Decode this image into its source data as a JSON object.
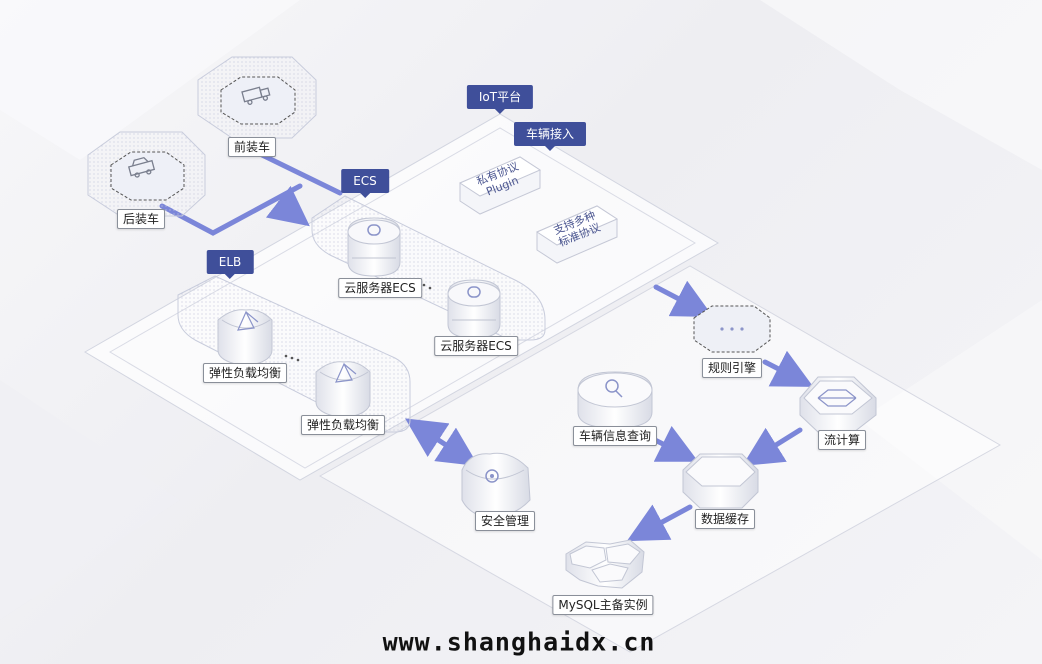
{
  "platform": {
    "title": "IoT平台",
    "access_tag": "车辆接入"
  },
  "cards": {
    "plugin": "私有协议\nPlugin",
    "standard": "支持多种\n标准协议"
  },
  "groups": {
    "ecs": "ECS",
    "elb": "ELB"
  },
  "labels": {
    "front_vehicle": "前装车",
    "rear_vehicle": "后装车",
    "ecs_server_1": "云服务器ECS",
    "ecs_server_2": "云服务器ECS",
    "elb_1": "弹性负载均衡",
    "elb_2": "弹性负载均衡",
    "rule_engine": "规则引擎",
    "stream_compute": "流计算",
    "vehicle_query": "车辆信息查询",
    "data_cache": "数据缓存",
    "security": "安全管理",
    "mysql": "MySQL主备实例"
  },
  "watermark": "www.shanghaidx.cn",
  "colors": {
    "accent": "#7b86d9",
    "tag_bg": "#3f4f9a",
    "icon_line": "#8b94c9"
  }
}
